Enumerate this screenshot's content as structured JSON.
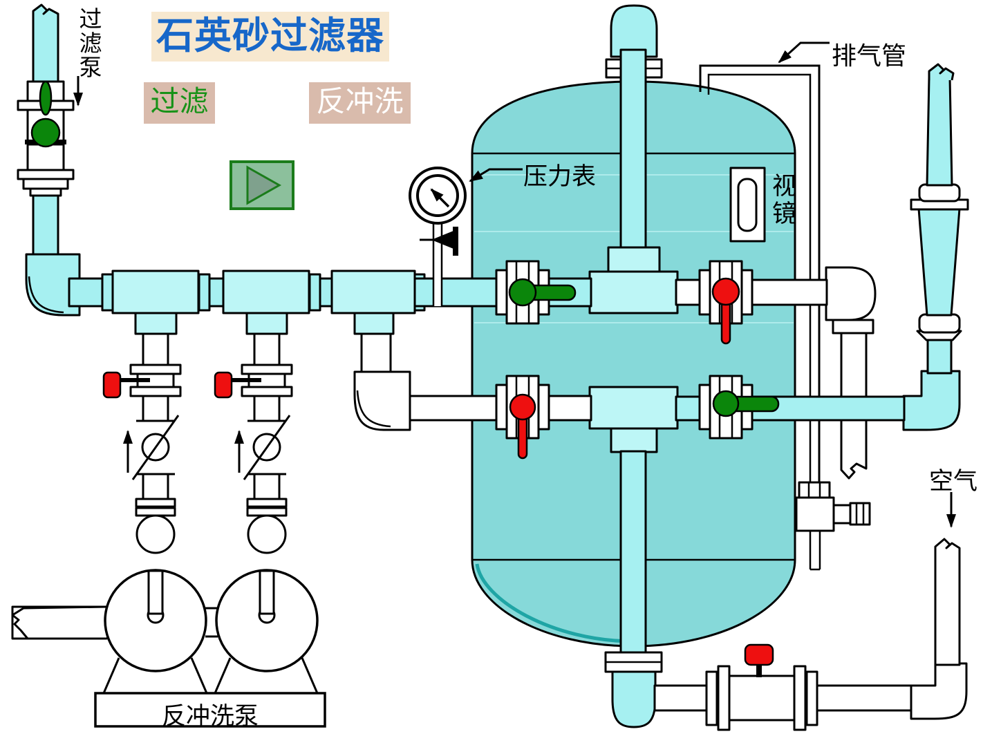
{
  "title": "石英砂过滤器",
  "buttons": {
    "filter": "过滤",
    "backwash": "反冲洗",
    "play_icon": "play-triangle"
  },
  "labels": {
    "filter_pump": "过滤泵",
    "pressure_gauge": "压力表",
    "sight_glass": "视镜",
    "exhaust_pipe": "排气管",
    "air": "空气",
    "backwash_pump": "反冲洗泵"
  },
  "state": {
    "active_mode": "过滤",
    "open_valve_color": "green",
    "closed_valve_color": "red"
  },
  "colors": {
    "pipe": "#A6F0F1",
    "fitting": "#BDF6F6",
    "tank": "#86D9D9",
    "tank-line": "#AEEBEB",
    "tank-shade": "#0D9B9B",
    "valve-green": "#0B860B",
    "valve-red": "#EE1010",
    "title-fg": "#1767C9",
    "title-bg": "#F7E8CF",
    "btn-bg": "#D9BBAC",
    "btn-filter-fg": "#189218",
    "btn-backwash-fg": "#FFFFFF",
    "play-bg": "#8CC09C",
    "play-border": "#1B7C1B",
    "play-tri": "#7FA18D"
  }
}
